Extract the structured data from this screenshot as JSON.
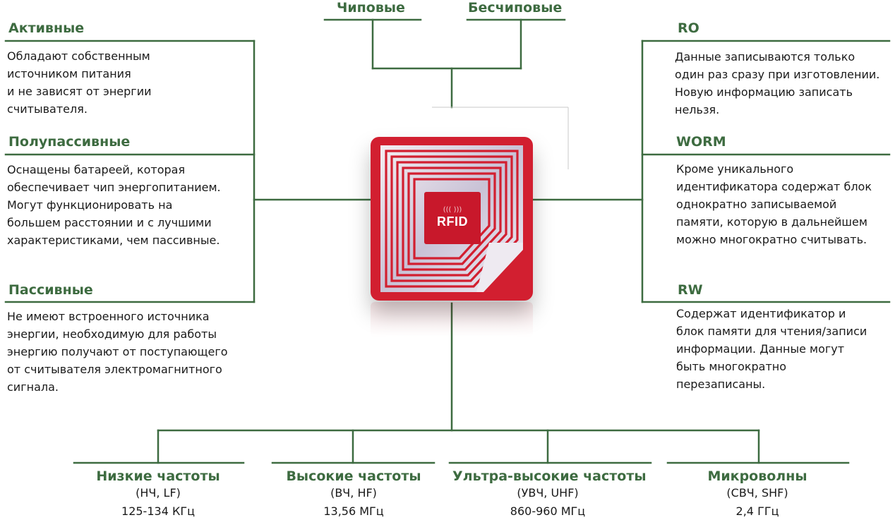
{
  "top": {
    "chip": "Чиповые",
    "chipless": "Бесчиповые"
  },
  "left": [
    {
      "title": "Активные",
      "lines": [
        "Обладают собственным",
        "источником питания",
        "и не зависят от энергии",
        "считывателя."
      ]
    },
    {
      "title": "Полупассивные",
      "lines": [
        "Оснащены батареей, которая",
        "обеспечивает чип энергопитанием.",
        "Могут функционировать на",
        "большем расстоянии и с лучшими",
        "характеристиками, чем пассивные."
      ]
    },
    {
      "title": "Пассивные",
      "lines": [
        "Не имеют встроенного источника",
        "энергии, необходимую для работы",
        "энергию получают от поступающего",
        "от считывателя электромагнитного",
        "сигнала."
      ]
    }
  ],
  "right": [
    {
      "title": "RO",
      "lines": [
        "Данные записываются только",
        "один раз сразу при изготовлении.",
        "Новую информацию записать",
        "нельзя."
      ]
    },
    {
      "title": "WORM",
      "lines": [
        "Кроме уникального",
        "идентификатора содержат блок",
        "однократно записываемой",
        "памяти, которую в дальнейшем",
        "можно многократно считывать."
      ]
    },
    {
      "title": "RW",
      "lines": [
        "Содержат идентификатор и",
        "блок памяти для чтения/записи",
        "информации. Данные могут",
        "быть многократно",
        "перезаписаны."
      ]
    }
  ],
  "bottom": [
    {
      "title": "Низкие частоты",
      "sub": "(НЧ, LF)",
      "freq": "125-134 КГц"
    },
    {
      "title": "Высокие частоты",
      "sub": "(ВЧ, HF)",
      "freq": "13,56 МГц"
    },
    {
      "title": "Ультра-высокие частоты",
      "sub": "(УВЧ, UHF)",
      "freq": "860-960 МГц"
    },
    {
      "title": "Микроволны",
      "sub": "(СВЧ, SHF)",
      "freq": "2,4 ГГц"
    }
  ],
  "tag": {
    "label": "RFID",
    "wave_symbol": "((( )))"
  },
  "colors": {
    "accent_green": "#3d6b40",
    "tag_red": "#d21f30"
  }
}
